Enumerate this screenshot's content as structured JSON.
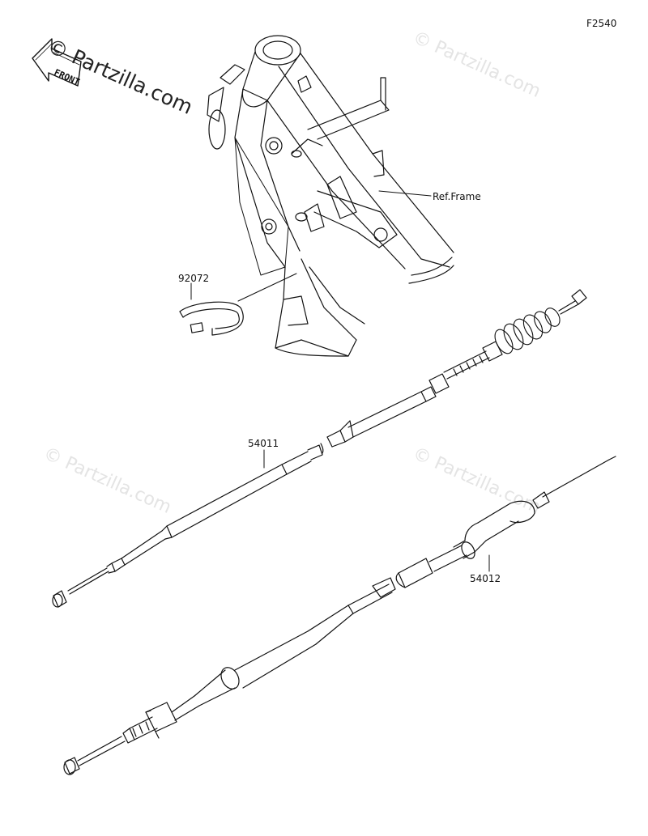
{
  "diagram_code": "F2540",
  "watermark_text": "© Partzilla.com",
  "front_label": "FRONT",
  "parts": {
    "frame_ref": "Ref.Frame",
    "clamp": "92072",
    "clutch_cable": "54011",
    "throttle_cable": "54012"
  },
  "colors": {
    "line": "#111111",
    "watermark": "#e4e4e4",
    "background": "#ffffff"
  }
}
